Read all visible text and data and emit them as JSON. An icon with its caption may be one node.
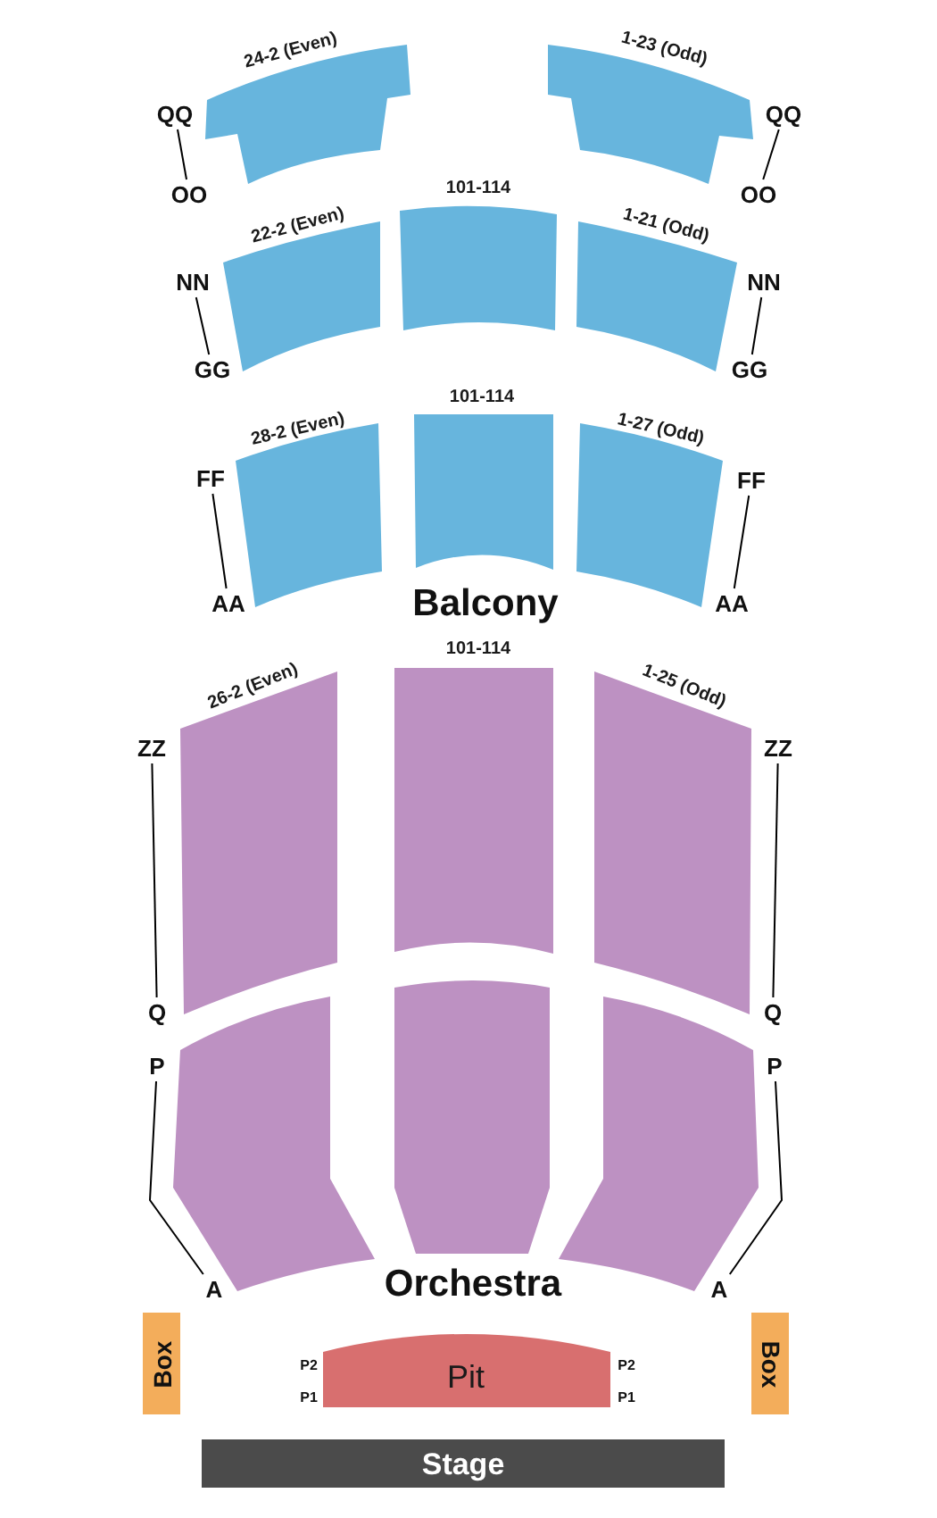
{
  "diagram": {
    "nodes": [
      {
        "text": [
          "24-2 (Even)"
        ]
      },
      {
        "text": [
          "1-23 (Odd)"
        ]
      },
      {
        "text": [
          "QQ"
        ]
      },
      {
        "text": [
          "QQ"
        ]
      },
      {
        "text": [
          "OO"
        ]
      },
      {
        "text": [
          "OO"
        ]
      },
      {
        "text": [
          "101-114"
        ]
      },
      {
        "text": [
          "22-2 (Even)"
        ]
      },
      {
        "text": [
          "1-21 (Odd)"
        ]
      },
      {
        "text": [
          "NN"
        ]
      },
      {
        "text": [
          "NN"
        ]
      },
      {
        "text": [
          "GG"
        ]
      },
      {
        "text": [
          "GG"
        ]
      },
      {
        "text": [
          "28-2 (Even)"
        ]
      },
      {
        "text": [
          "101-114"
        ]
      },
      {
        "text": [
          "1-27 (Odd)"
        ]
      },
      {
        "text": [
          "FF"
        ]
      },
      {
        "text": [
          "FF"
        ]
      },
      {
        "text": [
          "AA"
        ]
      },
      {
        "text": [
          "AA"
        ]
      },
      {
        "text": [
          "101-114"
        ]
      },
      {
        "text": [
          "26-2 (Even)"
        ]
      },
      {
        "text": [
          "1-25 (Odd)"
        ]
      },
      {
        "text": [
          "ZZ"
        ]
      },
      {
        "text": [
          "ZZ"
        ]
      },
      {
        "text": [
          "Q"
        ]
      },
      {
        "text": [
          "Q"
        ]
      },
      {
        "text": [],
        "shape": "box"
      },
      {
        "text": [],
        "shape": "box"
      },
      {
        "text": [],
        "shape": "box"
      },
      {
        "text": [
          "P"
        ]
      },
      {
        "text": [
          "P"
        ]
      },
      {
        "text": [
          "A"
        ]
      },
      {
        "text": [
          "A"
        ]
      },
      {
        "text": [
          "Box"
        ]
      },
      {
        "text": [
          "Pit"
        ],
        "beside": [
          "P2",
          "P2",
          "P1",
          "P1"
        ]
      },
      {
        "text": [
          "Box"
        ]
      },
      {
        "text": [
          "Stage"
        ]
      }
    ],
    "edges": [
      {
        "from": 2,
        "to": 4,
        "arrow": "none"
      },
      {
        "from": 3,
        "to": 5,
        "arrow": "none"
      },
      {
        "from": 9,
        "to": 11,
        "arrow": "none"
      },
      {
        "from": 10,
        "to": 12,
        "arrow": "none"
      },
      {
        "from": 16,
        "to": 18,
        "arrow": "none"
      },
      {
        "from": 17,
        "to": 19,
        "arrow": "none"
      },
      {
        "from": 23,
        "to": 25,
        "arrow": "none"
      },
      {
        "from": 24,
        "to": 26,
        "arrow": "none"
      },
      {
        "from": 30,
        "to": 32,
        "arrow": "none"
      },
      {
        "from": 31,
        "to": 33,
        "arrow": "none"
      }
    ],
    "labels": [
      "Balcony",
      "Orchestra"
    ]
  }
}
